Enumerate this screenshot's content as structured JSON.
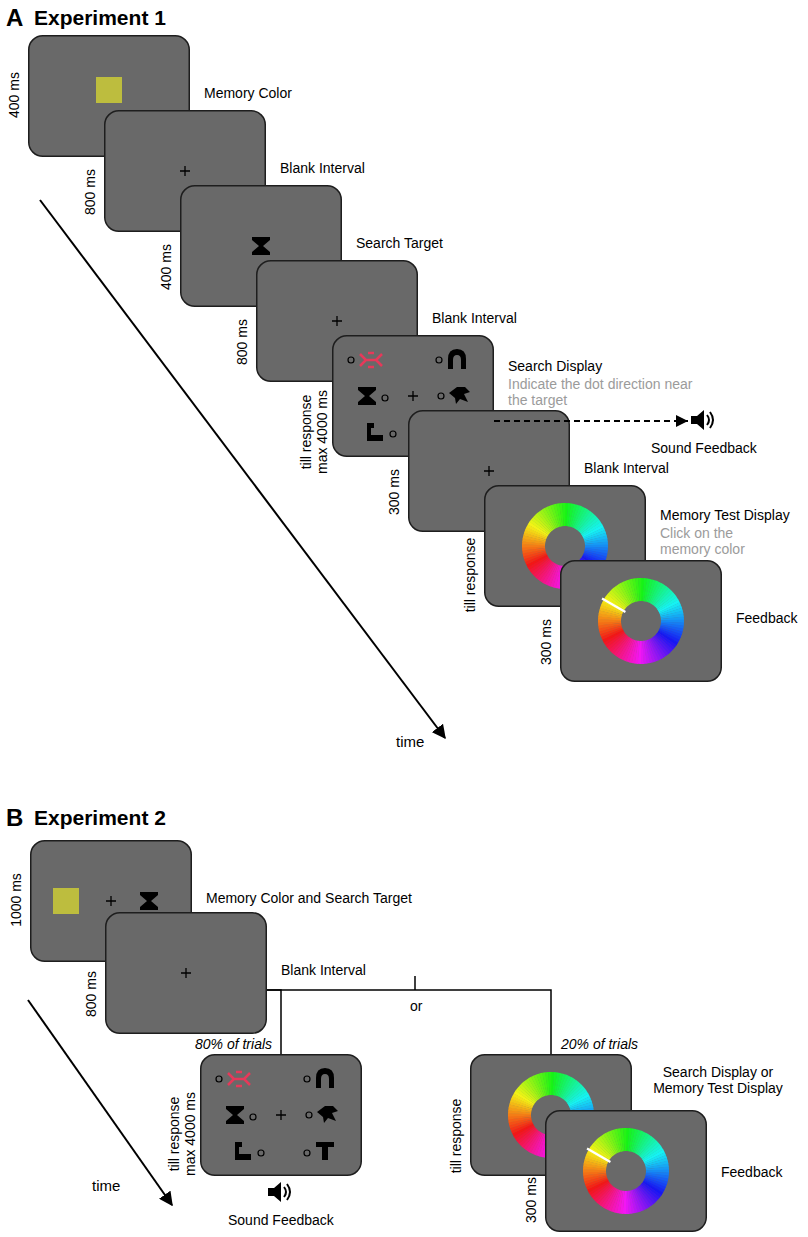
{
  "diagram": {
    "nodes": [
      {
        "text": [
          "400 ms",
          "Memory Color"
        ]
      },
      {
        "text": [
          "800 ms",
          "Blank Interval"
        ]
      },
      {
        "text": [
          "400 ms",
          "Search Target"
        ]
      },
      {
        "text": [
          "800 ms",
          "Blank Interval"
        ]
      },
      {
        "text": [
          "till response max 4000 ms",
          "Search Display",
          "Indicate the dot direction near the target"
        ]
      },
      {
        "text": [
          "Sound Feedback"
        ]
      },
      {
        "text": [
          "300 ms",
          "Blank Interval"
        ]
      },
      {
        "text": [
          "till response",
          "Memory Test Display",
          "Click on the memory color"
        ]
      },
      {
        "text": [
          "300 ms",
          "Feedback"
        ]
      },
      {
        "text": [
          "1000 ms",
          "Memory Color and Search Target"
        ]
      },
      {
        "text": [
          "800 ms",
          "Blank Interval"
        ]
      },
      {
        "text": [
          "till response max 4000 ms"
        ]
      },
      {
        "text": [
          "Sound Feedback"
        ]
      },
      {
        "text": [
          "till response",
          "Search Display or Memory Test Display"
        ]
      },
      {
        "text": [
          "300 ms",
          "Feedback"
        ]
      }
    ],
    "edges": [
      {
        "from": 4,
        "to": 5,
        "arrow": "to"
      },
      {
        "from": 10,
        "to": 11,
        "arrow": "none"
      },
      {
        "from": 10,
        "to": 13,
        "arrow": "none"
      }
    ],
    "labels": [
      "A",
      "Experiment 1",
      "time",
      "B",
      "Experiment 2",
      "80% of trials",
      "or",
      "20% of trials",
      "time"
    ]
  }
}
